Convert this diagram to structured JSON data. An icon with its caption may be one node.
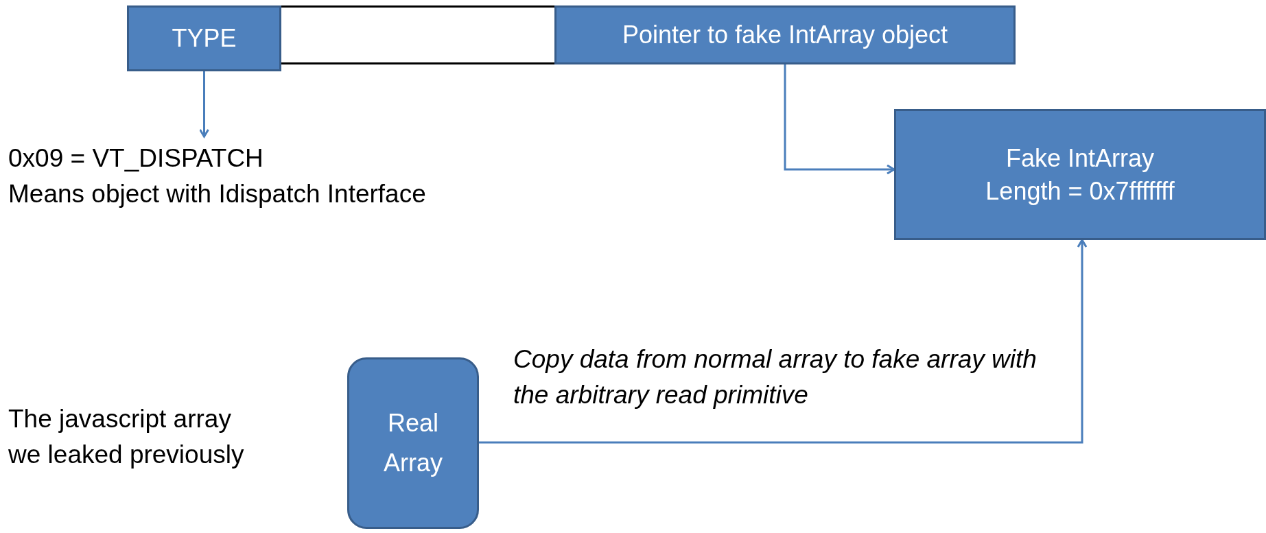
{
  "diagram": {
    "nodes": [
      {
        "text": [
          "TYPE"
        ]
      },
      {
        "text": [],
        "shape": "box"
      },
      {
        "text": [
          "Pointer to fake IntArray object"
        ]
      },
      {
        "text": [
          "0x09 = VT_DISPATCH",
          "Means object with Idispatch Interface"
        ]
      },
      {
        "text": [
          "Fake IntArray",
          "Length = 0x7fffffff"
        ]
      },
      {
        "text": [
          "Real Array"
        ]
      }
    ],
    "edges": [
      {
        "from": 0,
        "to": 3,
        "arrow": "to"
      },
      {
        "from": 2,
        "to": 4,
        "arrow": "to"
      },
      {
        "from": 5,
        "to": 4,
        "arrow": "to",
        "label": "Copy data from normal array to fake array with the arbitrary read primitive"
      }
    ],
    "labels": [
      "The javascript array we leaked previously"
    ]
  }
}
